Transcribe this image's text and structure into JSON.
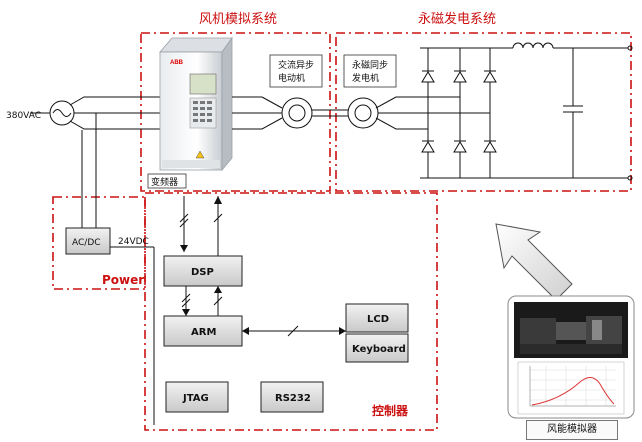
{
  "sections": {
    "fan_sim_title": "风机模拟系统",
    "pm_gen_title": "永磁发电系统",
    "power_label": "Power",
    "control_label": "控制器"
  },
  "blocks": {
    "source": "380VAC",
    "vfd": "变频器",
    "motor": [
      "交流异步",
      "电动机"
    ],
    "generator": [
      "永磁同步",
      "发电机"
    ],
    "acdc": "AC/DC",
    "supply": "24VDC",
    "dsp": "DSP",
    "arm": "ARM",
    "lcd": "LCD",
    "keyboard": "Keyboard",
    "jtag": "JTAG",
    "rs232": "RS232"
  },
  "simulator_caption": "风能模拟器"
}
